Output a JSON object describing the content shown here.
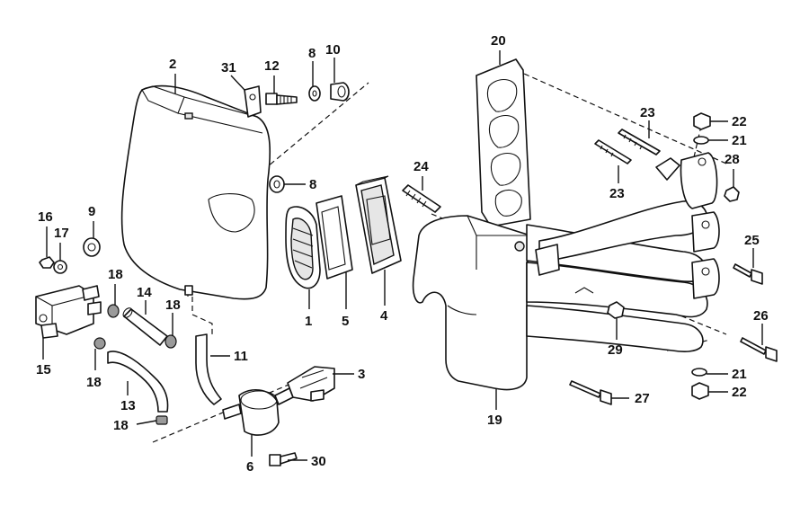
{
  "callouts": {
    "c1": "1",
    "c2": "2",
    "c3": "3",
    "c4": "4",
    "c5": "5",
    "c6": "6",
    "c8a": "8",
    "c8b": "8",
    "c9": "9",
    "c10": "10",
    "c11": "11",
    "c12": "12",
    "c13": "13",
    "c14": "14",
    "c15": "15",
    "c16": "16",
    "c17": "17",
    "c18a": "18",
    "c18b": "18",
    "c18c": "18",
    "c18d": "18",
    "c19": "19",
    "c20": "20",
    "c21a": "21",
    "c21b": "21",
    "c22a": "22",
    "c22b": "22",
    "c23a": "23",
    "c23b": "23",
    "c24": "24",
    "c25": "25",
    "c26": "26",
    "c27": "27",
    "c28": "28",
    "c29": "29",
    "c30": "30",
    "c31": "31"
  }
}
